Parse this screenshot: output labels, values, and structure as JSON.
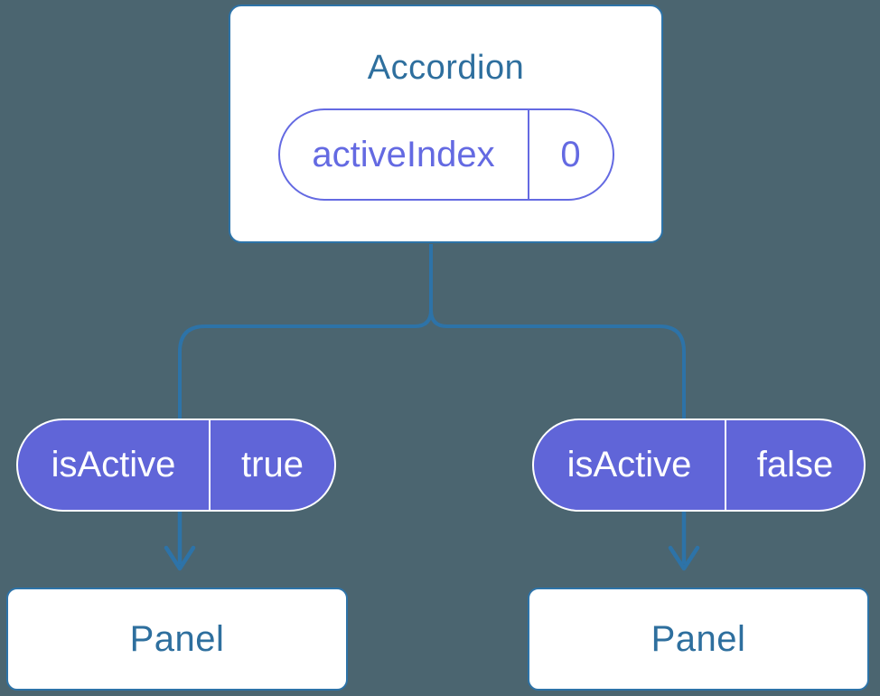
{
  "colors": {
    "background": "#4b6570",
    "line-blue": "#2d73a8",
    "label-blue": "#2e6f9e",
    "pill-purple-fill": "#6065d8",
    "pill-purple-border": "#646ae2",
    "card-white": "#ffffff"
  },
  "tree": {
    "root": {
      "title": "Accordion",
      "state_pill": {
        "name": "activeIndex",
        "value": "0"
      }
    },
    "children": [
      {
        "prop_pill": {
          "name": "isActive",
          "value": "true"
        },
        "card_label": "Panel"
      },
      {
        "prop_pill": {
          "name": "isActive",
          "value": "false"
        },
        "card_label": "Panel"
      }
    ]
  }
}
